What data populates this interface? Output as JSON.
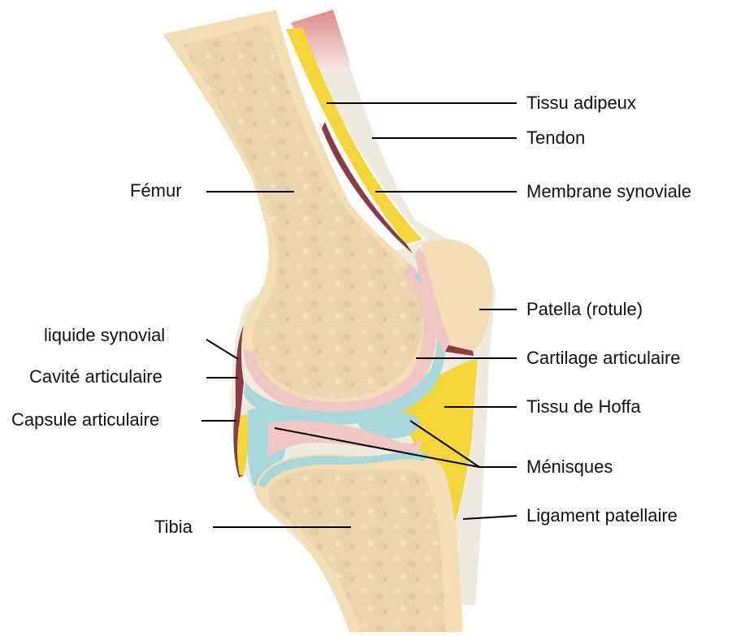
{
  "labels": {
    "tissu_adipeux": "Tissu adipeux",
    "tendon": "Tendon",
    "membrane_synoviale": "Membrane synoviale",
    "femur": "Fémur",
    "patella": "Patella (rotule)",
    "liquide_synovial": "liquide synovial",
    "cartilage_articulaire": "Cartilage articulaire",
    "cavite_articulaire": "Cavité articulaire",
    "tissu_de_hoffa": "Tissu de Hoffa",
    "capsule_articulaire": "Capsule articulaire",
    "menisques": "Ménisques",
    "tibia": "Tibia",
    "ligament_patellaire": "Ligament patellaire"
  },
  "colors": {
    "bone": "#f2ddb4",
    "bone_marrow": "#e8d3ab",
    "bone_outline": "#e0c79a",
    "fat": "#f4d63a",
    "cartilage": "#f3c6c6",
    "synovial_fluid": "#a8d8da",
    "membrane": "#8c3a45",
    "tendon": "#eeeadd",
    "muscle": "#e08a86",
    "capsule": "#eae6da"
  }
}
